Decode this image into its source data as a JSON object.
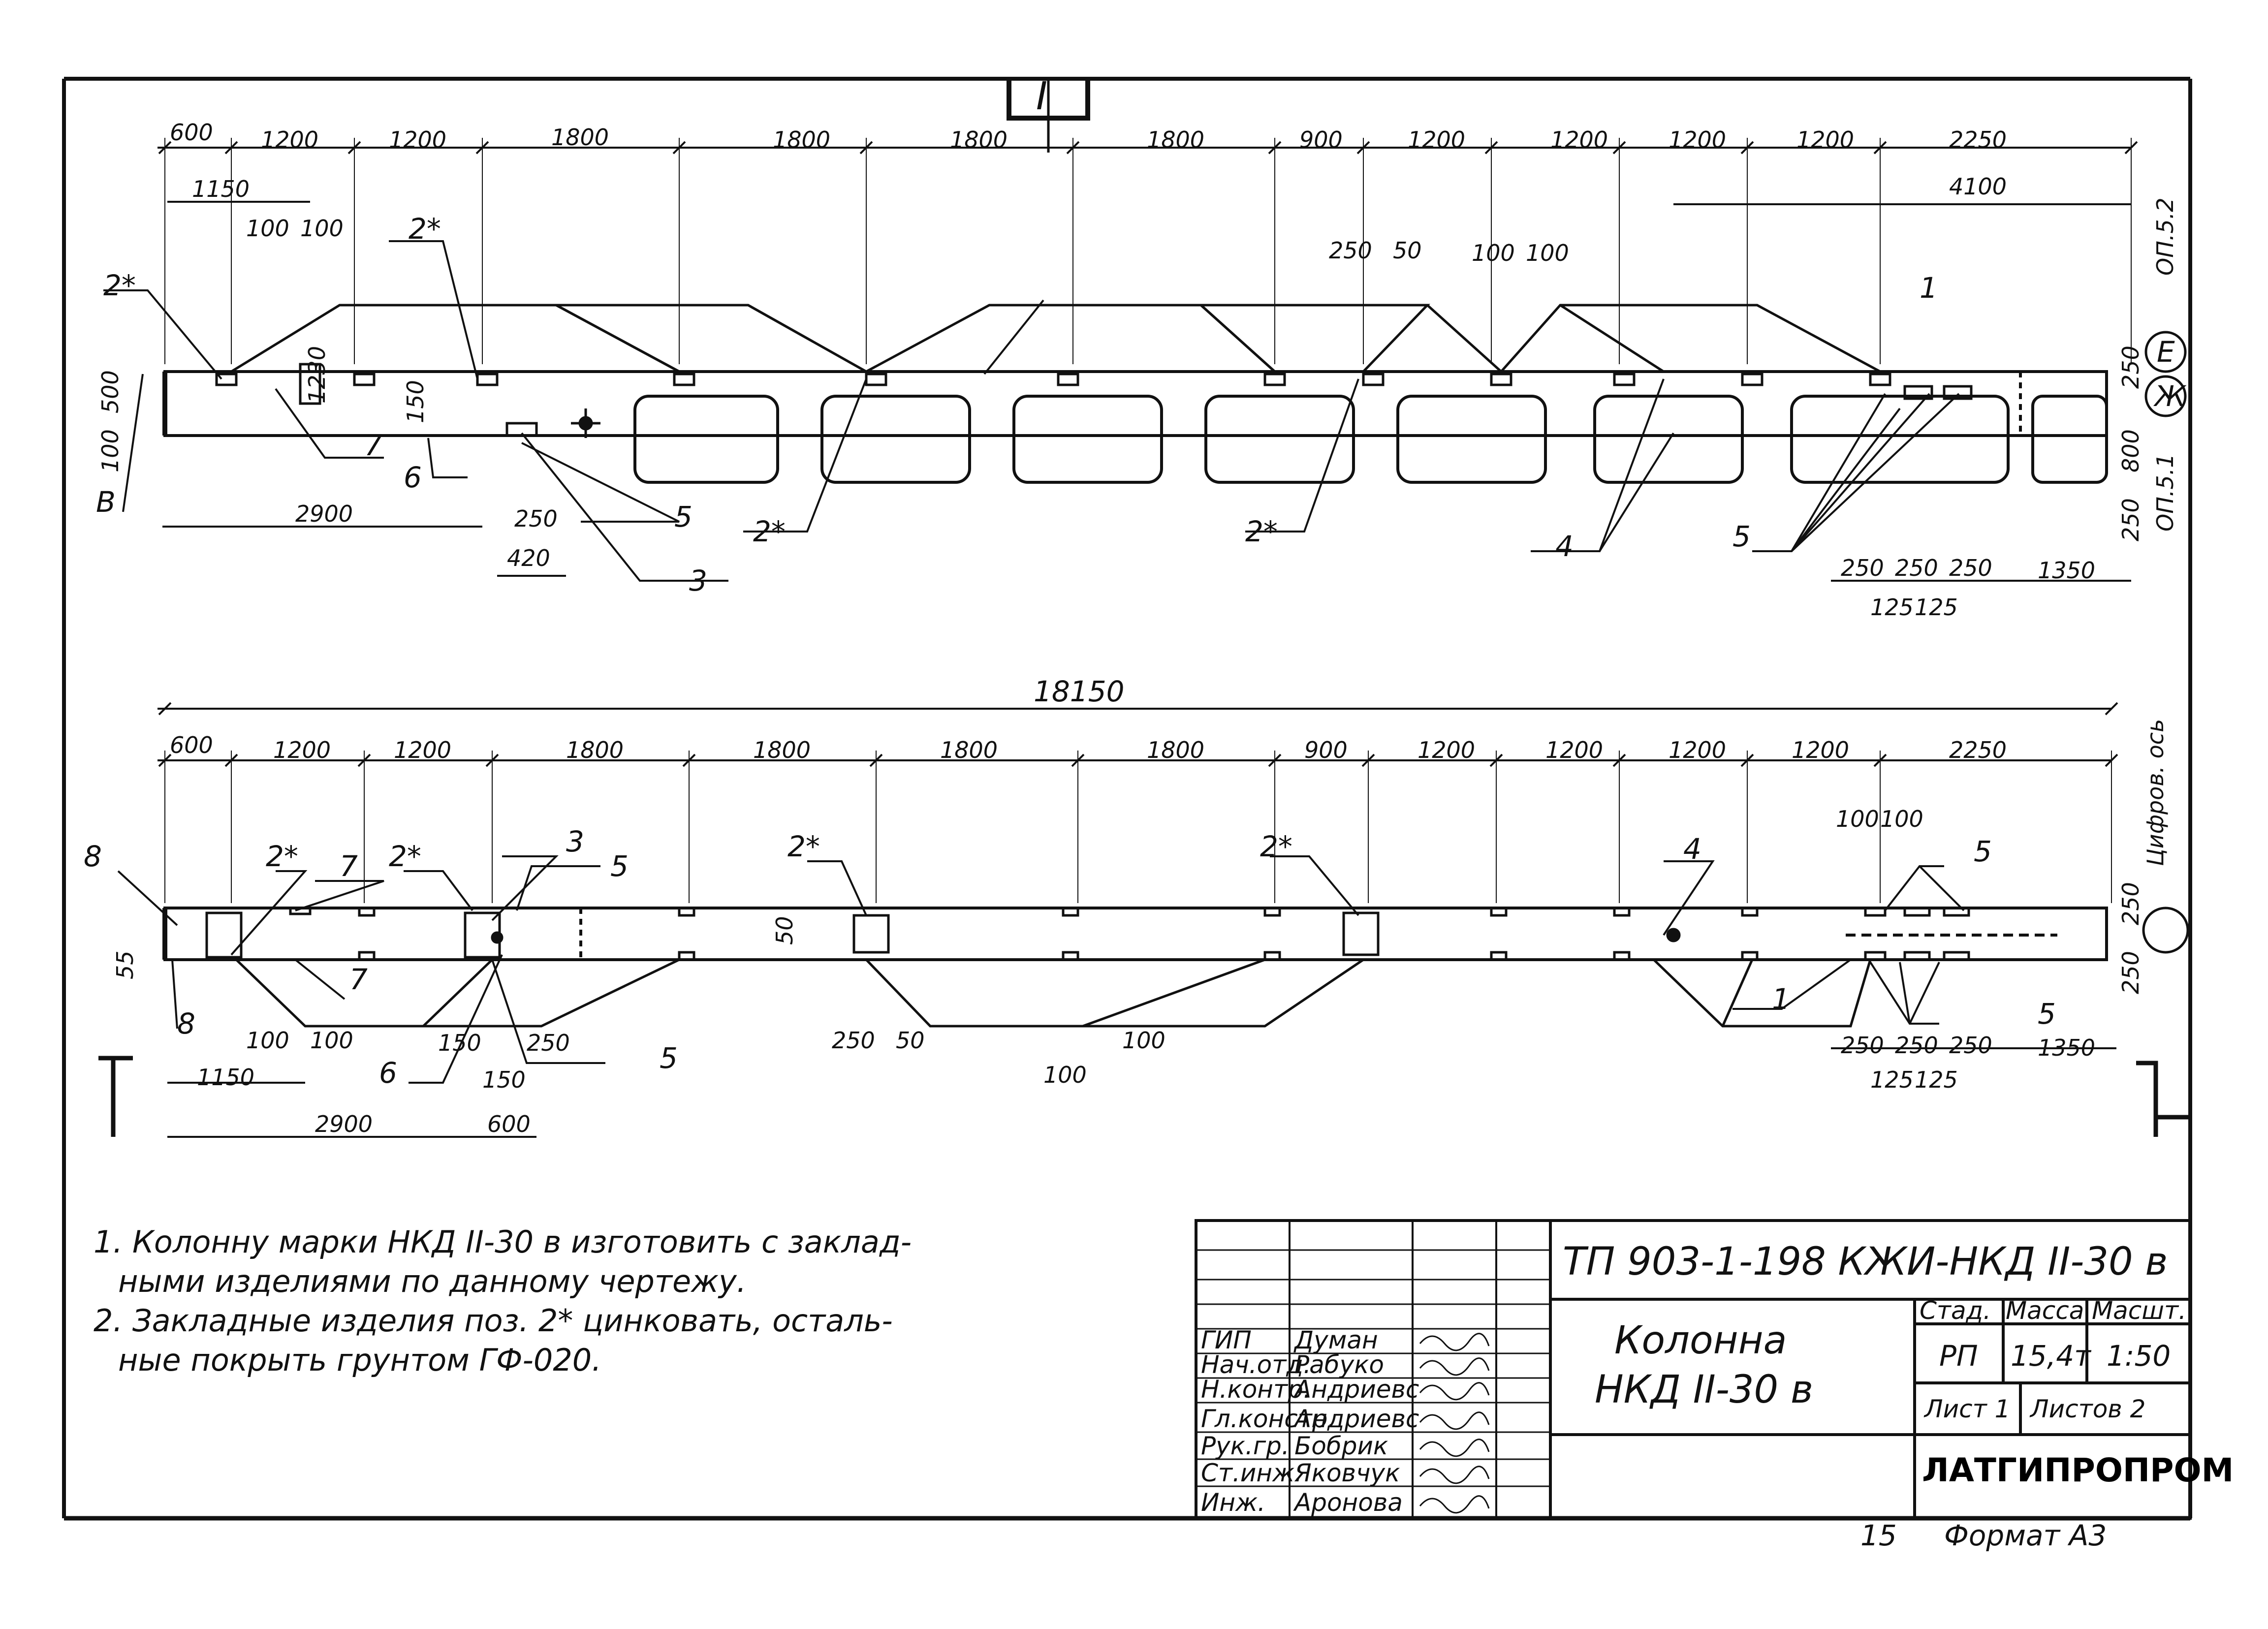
{
  "section_marker": "I",
  "view_top": {
    "dims_row1": [
      "600",
      "1200",
      "1200",
      "1800",
      "1800",
      "1800",
      "1800",
      "900",
      "1200",
      "1200",
      "1200",
      "1200",
      "2250"
    ],
    "dim_1150": "1150",
    "dim_4100": "4100",
    "dim_100a": "100",
    "dim_100b": "100",
    "dim_250": "250",
    "dim_50": "50",
    "dim_100c": "100",
    "dim_100d": "100",
    "axis_e": "Е",
    "axis_zh": "Ж",
    "axis_ref_top": "ОП.5.2",
    "axis_ref_bot": "ОП.5.1",
    "left_dims": [
      "500",
      "100"
    ],
    "dim_150": "150",
    "dim_1230": "1230",
    "dim_2900": "2900",
    "dim_250b": "250",
    "dim_420": "420",
    "right_dims": [
      "250",
      "800",
      "250"
    ],
    "bottom_right_dims": [
      "250",
      "250",
      "250",
      "1350"
    ],
    "bottom_right_sub": [
      "125",
      "125"
    ],
    "marks": {
      "m1": "1",
      "m2a": "2*",
      "m2b": "2*",
      "m2c": "2*",
      "m2d": "2*",
      "m3": "3",
      "m4": "4",
      "m5a": "5",
      "m5b": "5",
      "m6": "6",
      "m7": "7",
      "mB": "В"
    }
  },
  "view_bottom": {
    "total_dim": "18150",
    "dims_row": [
      "600",
      "1200",
      "1200",
      "1800",
      "1800",
      "1800",
      "1800",
      "900",
      "1200",
      "1200",
      "1200",
      "1200",
      "2250"
    ],
    "axis_label": "Цифров. ось",
    "marks": {
      "m8a": "8",
      "m8b": "8",
      "m2a": "2*",
      "m2b": "2*",
      "m2c": "2*",
      "m2d": "2*",
      "m7a": "7",
      "m7b": "7",
      "m3": "3",
      "m5a": "5",
      "m5b": "5",
      "m5c": "5",
      "m5d": "5",
      "m4": "4",
      "m1": "1",
      "m6": "6"
    },
    "left_dim_55": "55",
    "dim_50": "50",
    "right_dims": [
      "250",
      "250"
    ],
    "dims_100_pair": [
      "100",
      "100"
    ],
    "dims_bottom_left": [
      "100",
      "100",
      "1150",
      "150",
      "250",
      "150",
      "2900",
      "600"
    ],
    "dims_mid": [
      "250",
      "50",
      "100",
      "100"
    ],
    "dims_bottom_right": [
      "250",
      "250",
      "250",
      "1350"
    ],
    "dims_bottom_right_sub": [
      "125",
      "125"
    ]
  },
  "notes": [
    "1. Колонну марки НКД II-30 в изготовить с заклад-",
    "ными изделиями по данному чертежу.",
    "2. Закладные изделия поз. 2* цинковать, осталь-",
    "ные покрыть грунтом ГФ-020."
  ],
  "title_block": {
    "doc_code": "ТП 903-1-198 КЖИ-НКД II-30 в",
    "title_line1": "Колонна",
    "title_line2": "НКД II-30 в",
    "stage_hdr": "Стад.",
    "mass_hdr": "Масса",
    "scale_hdr": "Масшт.",
    "stage": "РП",
    "mass": "15,4т",
    "scale": "1:50",
    "sheet": "Лист 1",
    "sheets": "Листов 2",
    "org": "ЛАТГИПРОПРОМ",
    "roles": [
      {
        "role": "ГИП",
        "name": "Думан"
      },
      {
        "role": "Нач.отд.",
        "name": "Рабуко"
      },
      {
        "role": "Н.контр.",
        "name": "Андриевс"
      },
      {
        "role": "Гл.констр.",
        "name": "Андриевс"
      },
      {
        "role": "Рук.гр.",
        "name": "Бобрик"
      },
      {
        "role": "Ст.инж.",
        "name": "Яковчук"
      },
      {
        "role": "Инж.",
        "name": "Ароновa"
      }
    ]
  },
  "footer": {
    "sheet_num": "15",
    "format": "Формат А3"
  }
}
